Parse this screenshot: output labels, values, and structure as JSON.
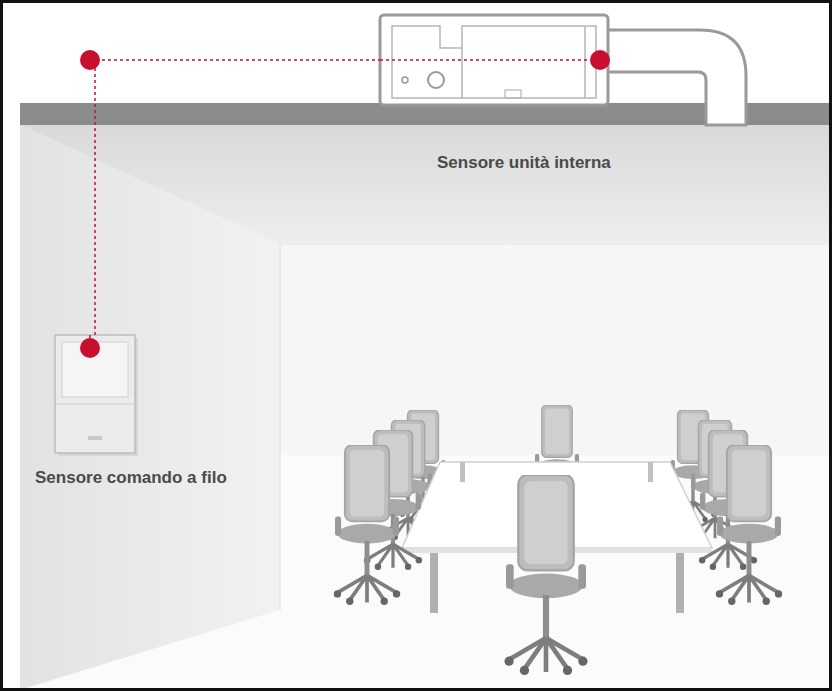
{
  "diagram": {
    "nodes": [
      {
        "text": [
          "Sensore unità interna"
        ]
      },
      {
        "text": [
          "Sensore comando a filo"
        ]
      }
    ],
    "edges": [
      {
        "from": 1,
        "to": 0,
        "arrow": "none"
      }
    ]
  }
}
